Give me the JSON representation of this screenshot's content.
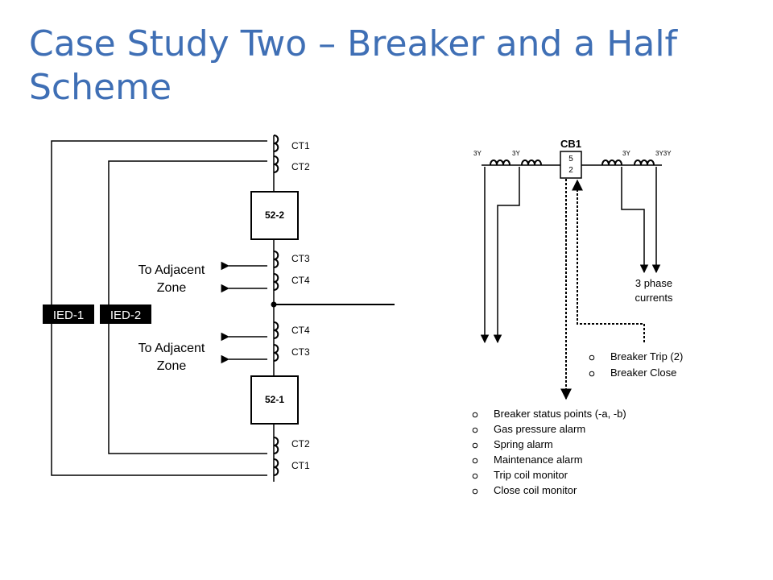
{
  "slide": {
    "title": "Case Study Two – Breaker and a Half Scheme"
  },
  "left_diagram": {
    "ct_top": [
      "CT1",
      "CT2"
    ],
    "breaker_upper": "52-2",
    "ct_mid_upper": [
      "CT3",
      "CT4"
    ],
    "zone_upper": [
      "To Adjacent",
      "Zone"
    ],
    "ied": [
      "IED-1",
      "IED-2"
    ],
    "ct_mid_lower": [
      "CT4",
      "CT3"
    ],
    "zone_lower": [
      "To Adjacent",
      "Zone"
    ],
    "breaker_lower": "52-1",
    "ct_bottom": [
      "CT2",
      "CT1"
    ]
  },
  "right_diagram": {
    "breaker_name": "CB1",
    "breaker_digits": [
      "5",
      "2"
    ],
    "winding_labels": [
      "3Y",
      "3Y",
      "3Y",
      "3Y3Y"
    ],
    "currents_label": [
      "3 phase",
      "currents"
    ],
    "trip_close_items": [
      "Breaker Trip (2)",
      "Breaker Close"
    ],
    "status_items": [
      "Breaker status points (-a, -b)",
      "Gas pressure alarm",
      "Spring alarm",
      "Maintenance alarm",
      "Trip coil monitor",
      "Close coil monitor"
    ]
  }
}
